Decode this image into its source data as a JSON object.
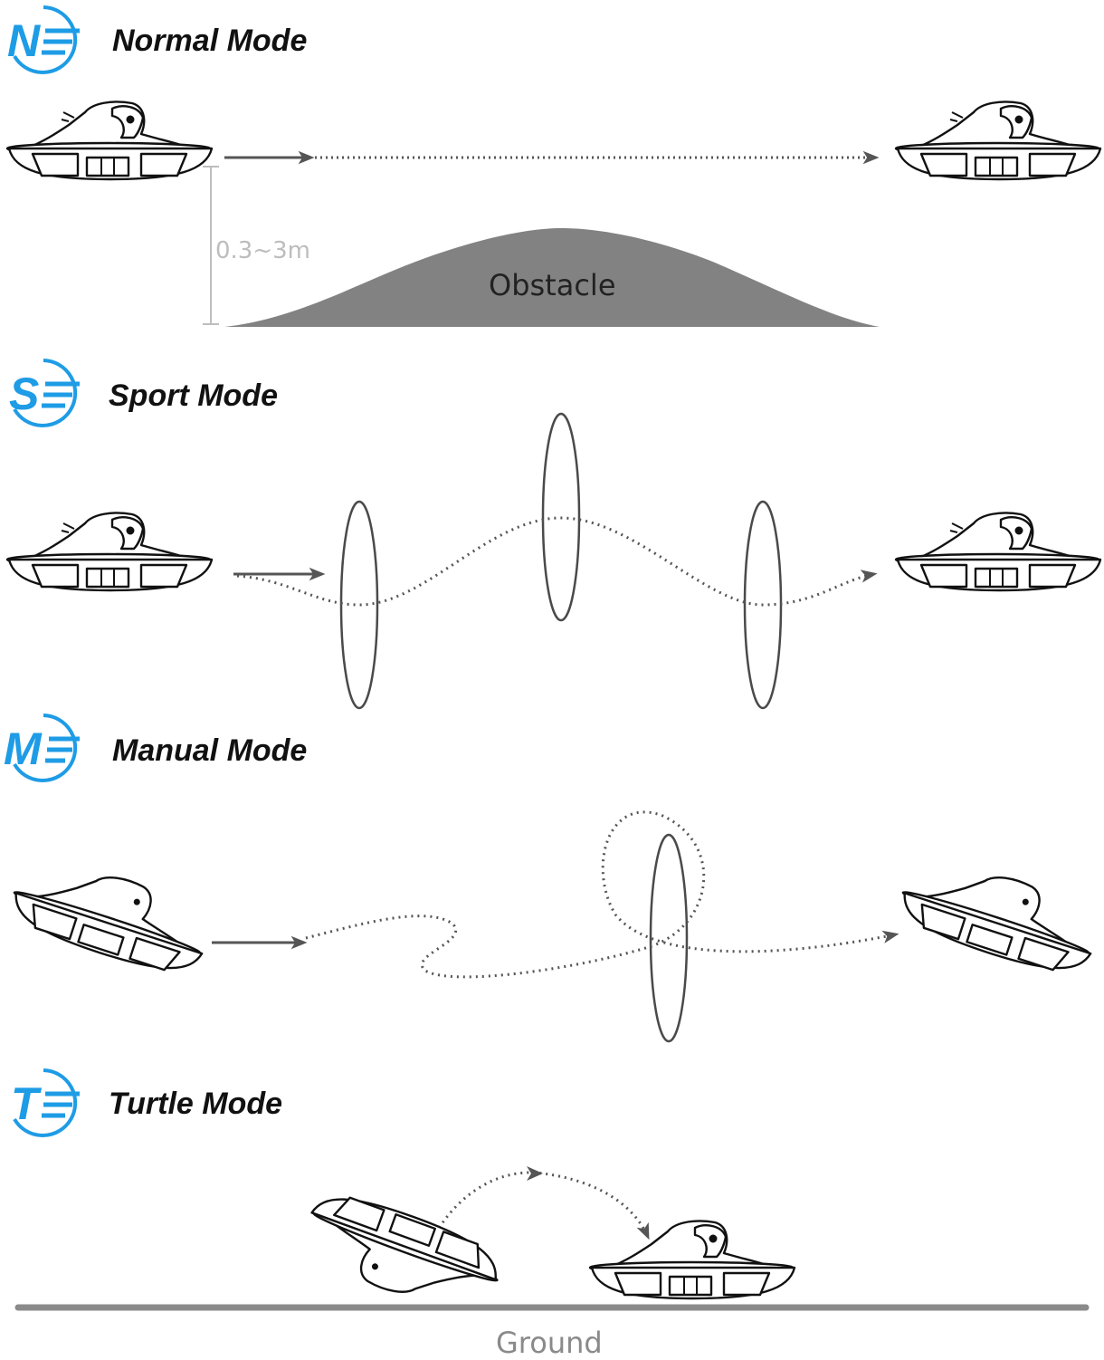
{
  "colors": {
    "accent": "#1e9ce6",
    "obstacle": "#828282",
    "path": "#555555",
    "ground": "#8a8a8a",
    "measure": "#bdbdbd",
    "ring": "#4a4a4a"
  },
  "modes": [
    {
      "letter": "N",
      "title": "Normal Mode"
    },
    {
      "letter": "S",
      "title": "Sport Mode"
    },
    {
      "letter": "M",
      "title": "Manual Mode"
    },
    {
      "letter": "T",
      "title": "Turtle Mode"
    }
  ],
  "normal": {
    "height_label": "0.3~3m",
    "obstacle_label": "Obstacle"
  },
  "turtle": {
    "ground_label": "Ground"
  },
  "icons": {
    "drone": "drone-icon",
    "ring": "ring-gate",
    "arrow": "arrow-icon"
  }
}
